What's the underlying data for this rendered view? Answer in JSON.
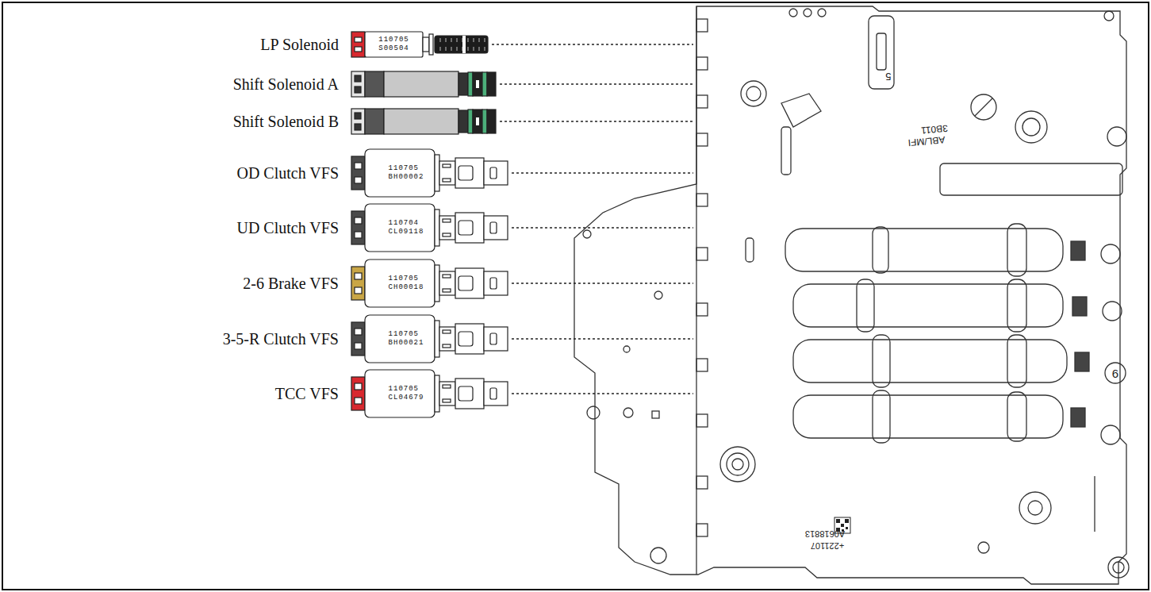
{
  "diagram": {
    "nodes": [
      {
        "text": [
          "LP Solenoid",
          "110705 S00504"
        ]
      },
      {
        "text": [
          "Shift Solenoid A"
        ]
      },
      {
        "text": [
          "Shift Solenoid B"
        ]
      },
      {
        "text": [
          "OD Clutch VFS",
          "110705 BH00002"
        ]
      },
      {
        "text": [
          "UD Clutch VFS",
          "110704 CL09118"
        ]
      },
      {
        "text": [
          "2-6 Brake VFS",
          "110705 CH00018"
        ]
      },
      {
        "text": [
          "3-5-R Clutch VFS",
          "110705 BH00021"
        ]
      },
      {
        "text": [
          "TCC VFS",
          "110705 CL04679"
        ]
      }
    ],
    "labels": [
      "5",
      "ABL/MFI",
      "3B011",
      "6",
      "A0618813",
      "+221107"
    ]
  }
}
